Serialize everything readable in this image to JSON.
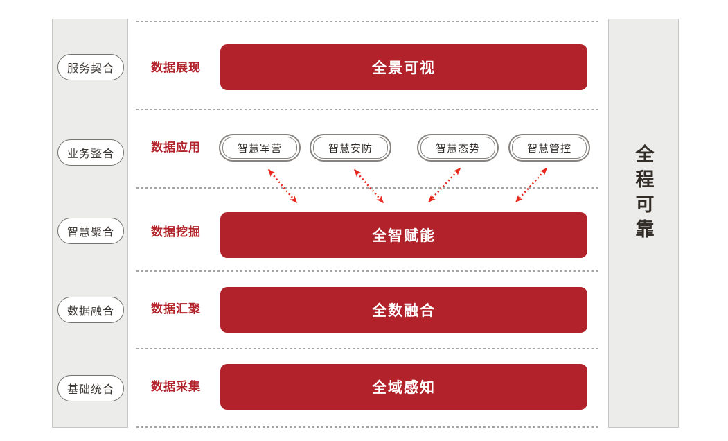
{
  "left_rail": {
    "items": [
      "服务契合",
      "业务整合",
      "智慧聚合",
      "数据融合",
      "基础统合"
    ]
  },
  "right_rail": {
    "label": "全程可靠"
  },
  "rows": [
    {
      "label": "数据展现",
      "bar": "全景可视"
    },
    {
      "label": "数据应用",
      "pills": [
        "智慧军营",
        "智慧安防",
        "智慧态势",
        "智慧管控"
      ]
    },
    {
      "label": "数据挖掘",
      "bar": "全智赋能"
    },
    {
      "label": "数据汇聚",
      "bar": "全数融合"
    },
    {
      "label": "数据采集",
      "bar": "全域感知"
    }
  ],
  "colors": {
    "bar_red": "#b2222a",
    "label_red": "#b2222a",
    "arrow_red": "#e8281e",
    "rail_bg": "#ececeb"
  }
}
